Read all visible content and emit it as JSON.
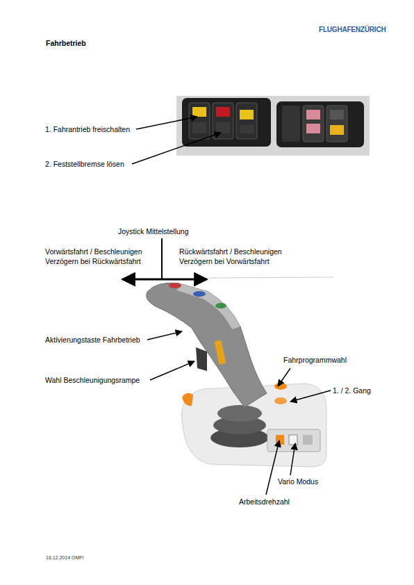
{
  "diagram": {
    "title": "Fahrbetrieb",
    "labels": [
      "FLUGHAFENZÜRICH",
      "1. Fahrantrieb freischalten",
      "2. Feststellbremse lösen",
      "Joystick Mittelstellung",
      "Vorwärtsfahrt / Beschleunigen Verzögern bei Rückwärtsfahrt",
      "Rückwärtsfahrt / Beschleunigen Verzögern bei Vorwärtsfahrt",
      "Aktivierungstaste Fahrbetrieb",
      "Fahrprogrammwahl",
      "Wahl Beschleunigungsrampe",
      "1. / 2. Gang",
      "Vario Modus",
      "Arbeitsdrehzahl",
      "16.12.2014 OMFI"
    ]
  }
}
